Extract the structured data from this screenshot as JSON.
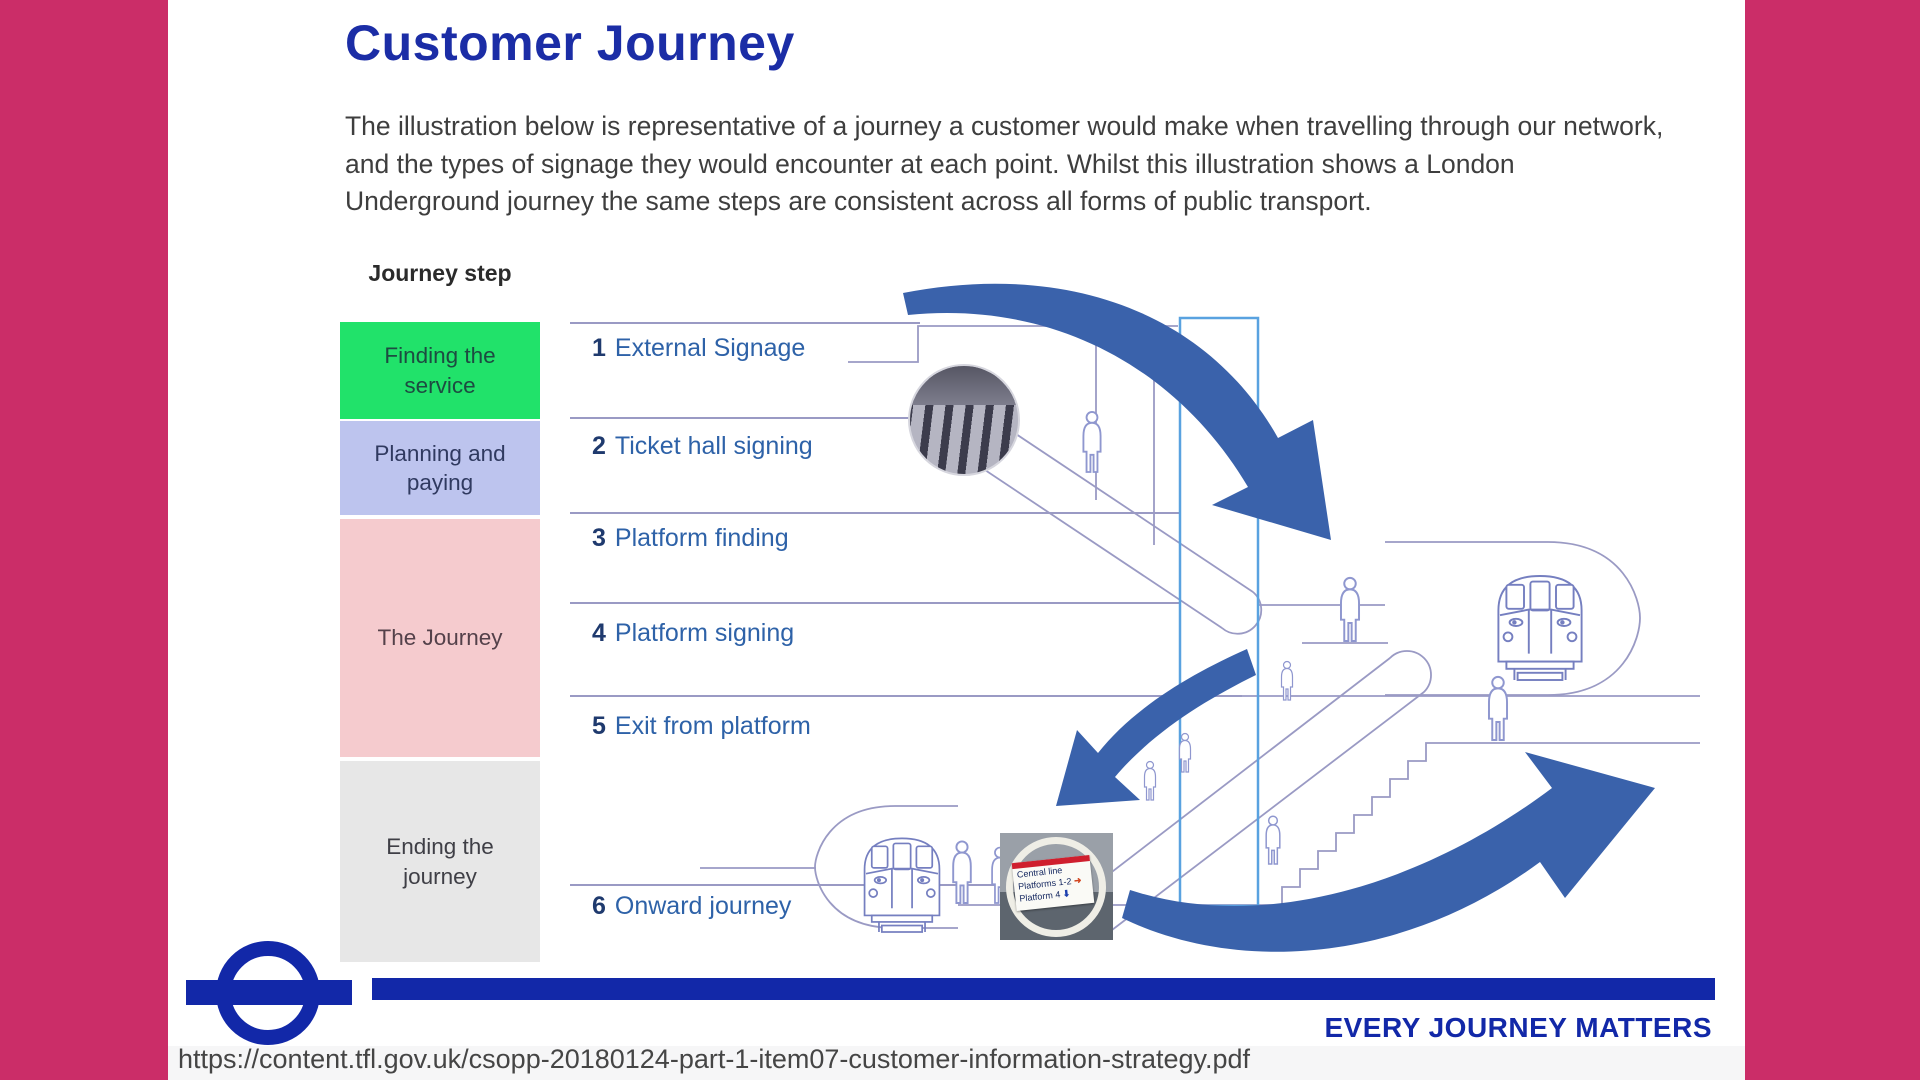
{
  "page": {
    "title": "Customer Journey",
    "intro": "The illustration below is representative of a journey a customer would make when travelling through our network, and the types of signage they would encounter at each point. Whilst this illustration shows a London Underground journey the same steps are consistent across all forms of public transport.",
    "url": "https://content.tfl.gov.uk/csopp-20180124-part-1-item07-customer-information-strategy.pdf",
    "tagline": "EVERY JOURNEY MATTERS"
  },
  "journey": {
    "header": "Journey step",
    "steps": [
      {
        "label": "Finding the service",
        "color": "#21e26a"
      },
      {
        "label": "Planning and paying",
        "color": "#bdc4ee"
      },
      {
        "label": "The Journey",
        "color": "#f5cbce"
      },
      {
        "label": "Ending the journey",
        "color": "#e7e7e7"
      }
    ]
  },
  "signage": [
    {
      "num": "1",
      "label": "External Signage"
    },
    {
      "num": "2",
      "label": "Ticket hall signing"
    },
    {
      "num": "3",
      "label": "Platform finding"
    },
    {
      "num": "4",
      "label": "Platform signing"
    },
    {
      "num": "5",
      "label": "Exit from platform"
    },
    {
      "num": "6",
      "label": "Onward journey"
    }
  ],
  "sign_photo": {
    "line1": "Central line",
    "line2": "Platforms 1-2",
    "line3": "Platform 4",
    "arrow_right": "➜",
    "arrow_down": "⬇"
  },
  "colors": {
    "title_blue": "#1b2da6",
    "label_blue": "#2e62a8",
    "number_navy": "#1f3a6e",
    "arrow_blue": "#3a62ab",
    "pink_border": "#cb2d68",
    "brand_bar_blue": "#1228a8",
    "line_lavender": "#9a9ac4",
    "lift_blue": "#59a2e0"
  }
}
